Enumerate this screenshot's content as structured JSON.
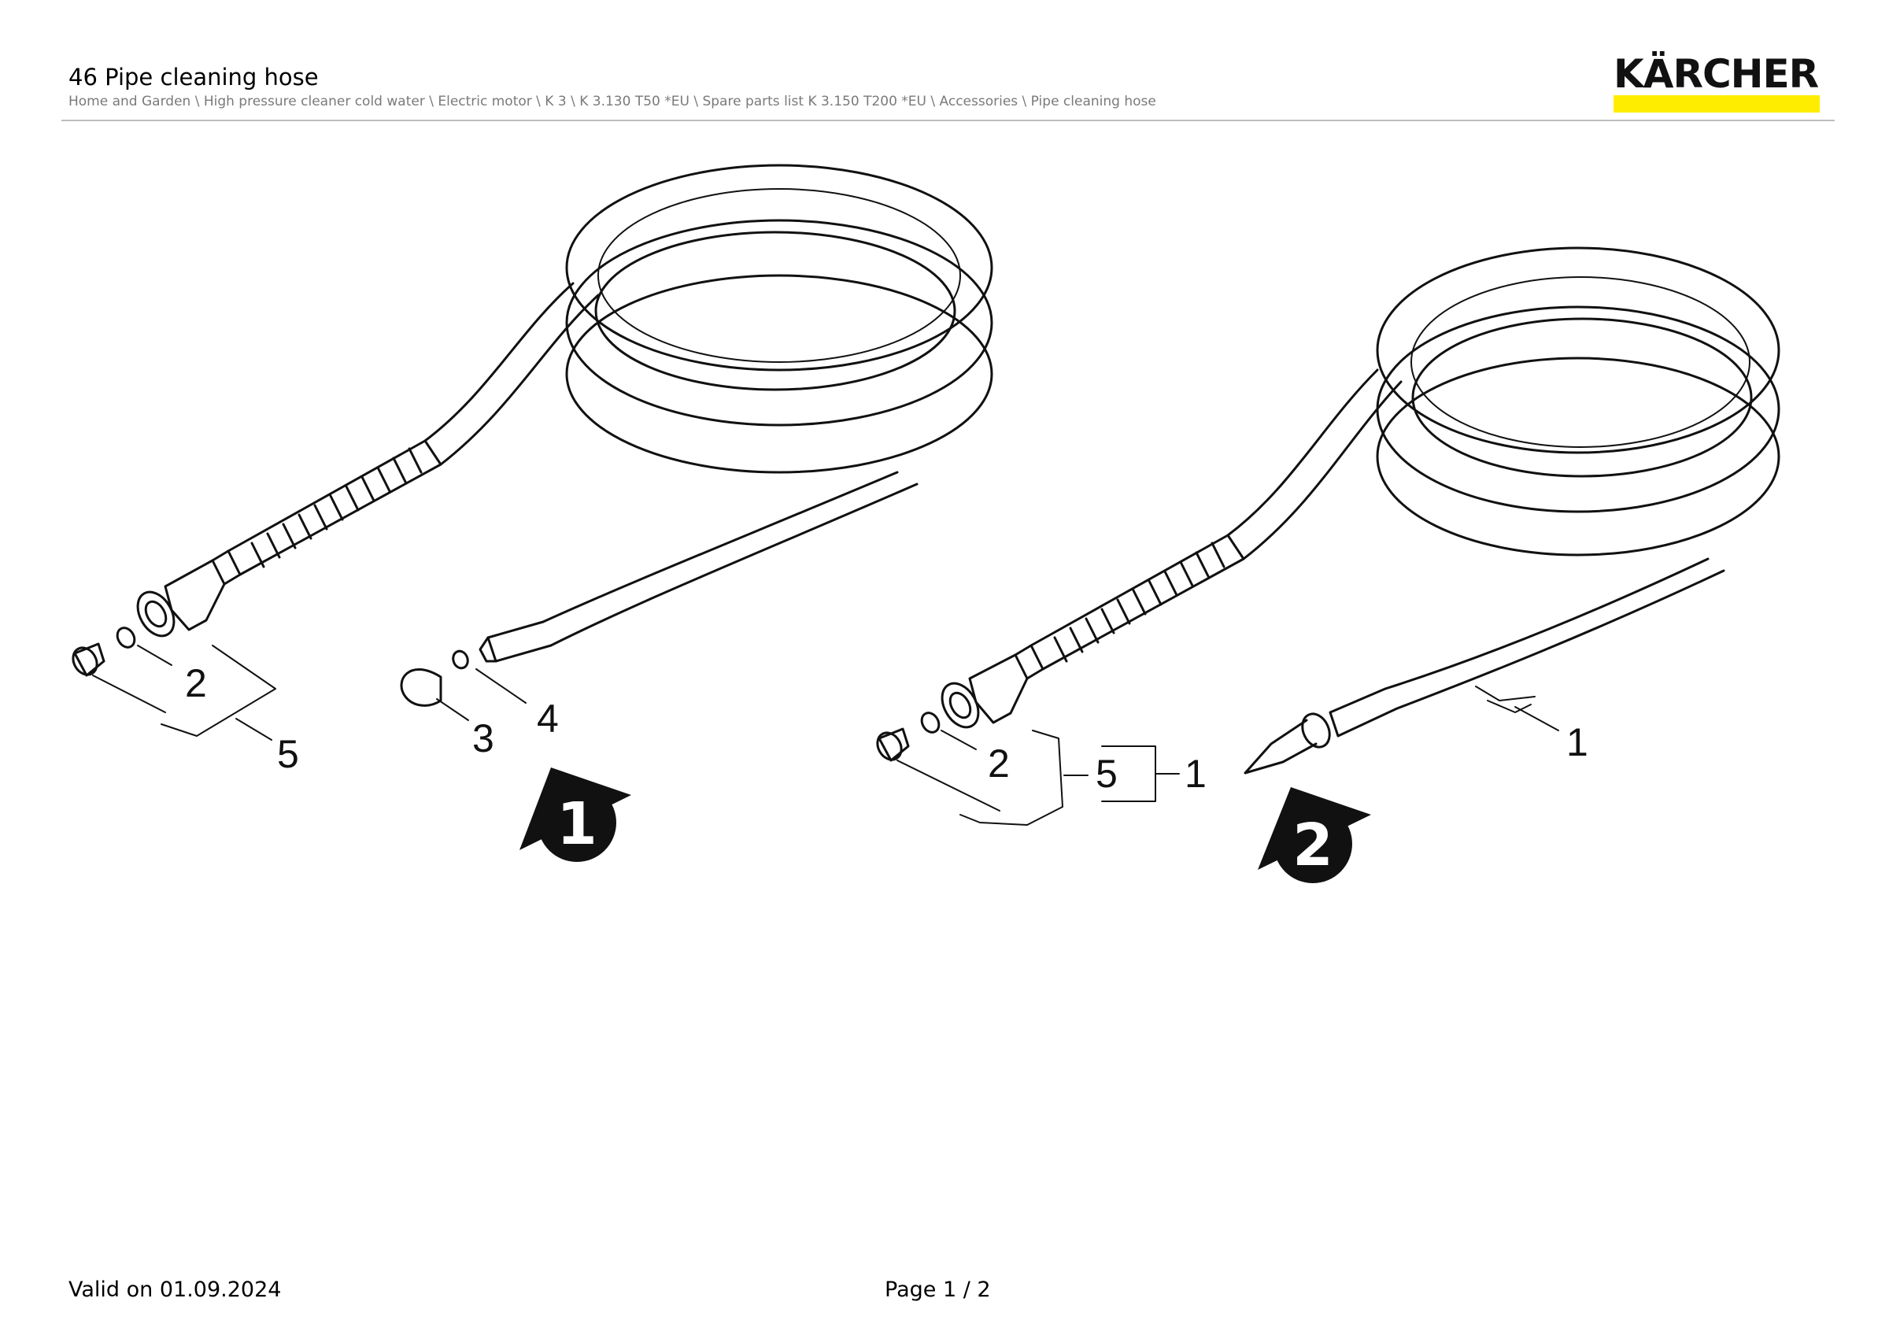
{
  "header": {
    "title": "46 Pipe cleaning hose",
    "breadcrumb": "Home and Garden \\ High pressure cleaner cold water \\ Electric motor \\ K 3 \\ K 3.130 T50 *EU \\ Spare parts list K 3.150 T200 *EU \\ Accessories \\ Pipe cleaning hose"
  },
  "logo": {
    "text": "KÄRCHER",
    "accent_color": "#ffed00"
  },
  "diagram": {
    "callouts_left": [
      "2",
      "5",
      "3",
      "4"
    ],
    "callouts_right": [
      "2",
      "5",
      "1",
      "1"
    ],
    "badges": [
      "1",
      "2"
    ]
  },
  "footer": {
    "valid": "Valid on 01.09.2024",
    "page": "Page 1 / 2"
  }
}
